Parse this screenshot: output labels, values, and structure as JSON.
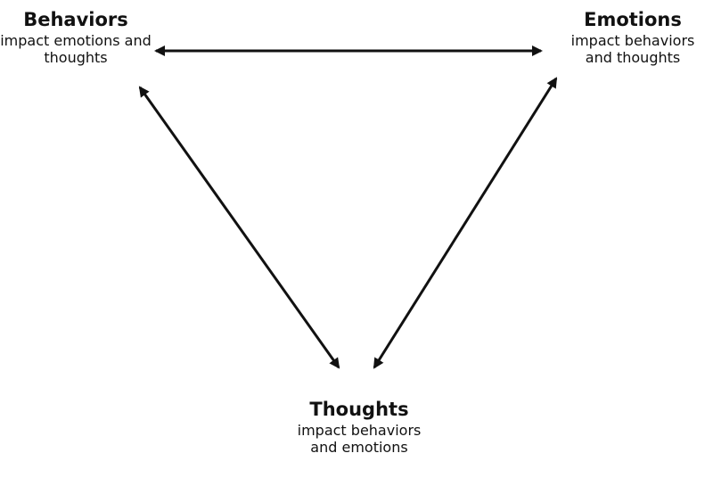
{
  "diagram": {
    "nodes": [
      {
        "id": "behaviors",
        "title": "Behaviors",
        "description": "impact emotions and thoughts"
      },
      {
        "id": "emotions",
        "title": "Emotions",
        "description": "impact behaviors and thoughts"
      },
      {
        "id": "thoughts",
        "title": "Thoughts",
        "description": "impact behaviors and emotions"
      }
    ],
    "edges": [
      {
        "from": "behaviors",
        "to": "emotions",
        "direction": "bidirectional"
      },
      {
        "from": "behaviors",
        "to": "thoughts",
        "direction": "bidirectional"
      },
      {
        "from": "emotions",
        "to": "thoughts",
        "direction": "bidirectional"
      }
    ],
    "line_color": "#111111"
  }
}
